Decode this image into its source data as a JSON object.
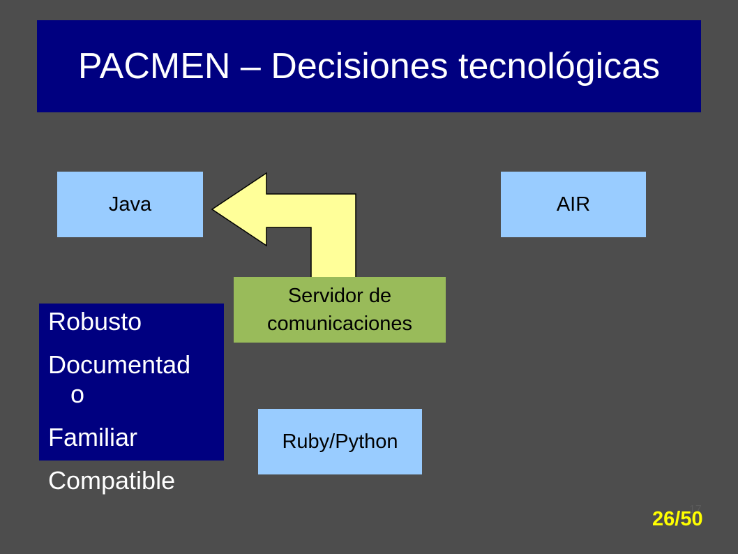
{
  "slide": {
    "title": "PACMEN – Decisiones tecnológicas",
    "boxes": {
      "java": "Java",
      "air": "AIR",
      "ruby_python": "Ruby/Python",
      "server_line1": "Servidor de",
      "server_line2": "comunicaciones"
    },
    "properties": {
      "item1": "Robusto",
      "item2_a": "Documentad",
      "item2_b": "o",
      "item3": "Familiar",
      "item4": "Compatible"
    },
    "slide_number_small": "17",
    "page_indicator": "26/50"
  },
  "colors": {
    "background": "#4d4d4d",
    "title_bar": "#000080",
    "option_box": "#99ccff",
    "server_box": "#99bb5a",
    "arrow_fill": "#ffff99",
    "page_indicator": "#ffff00"
  },
  "icons": {
    "arrow": "bent-arrow-left-icon"
  }
}
